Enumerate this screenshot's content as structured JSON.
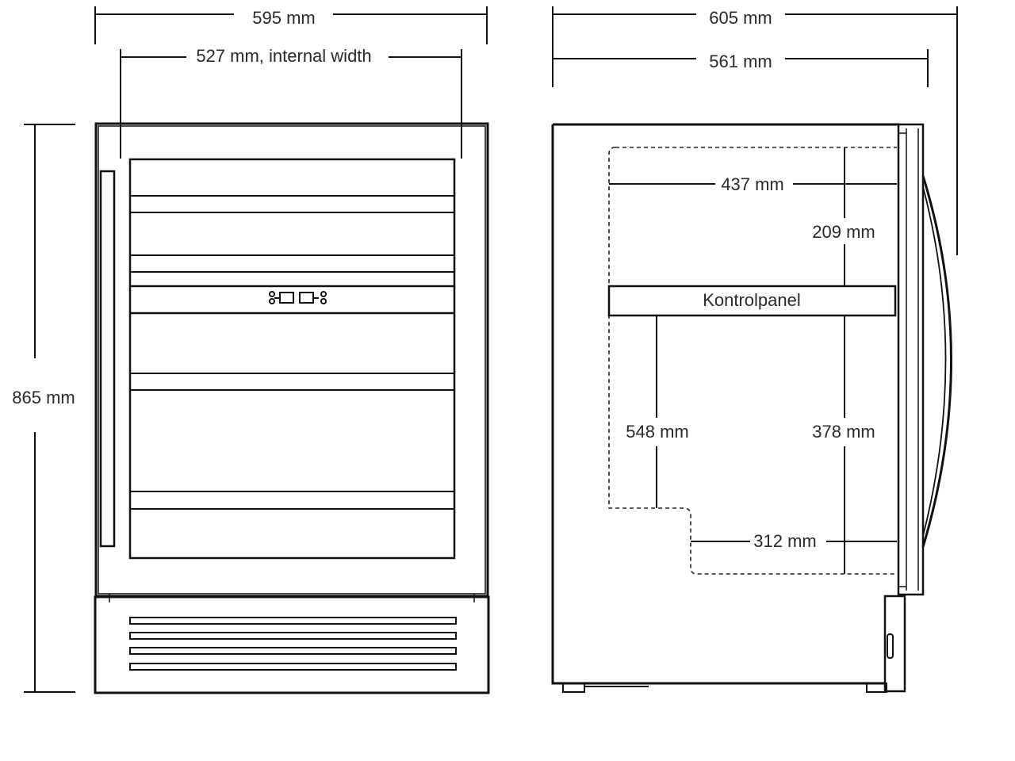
{
  "front": {
    "overall_width": "595 mm",
    "internal_width": "527 mm, internal width",
    "height": "865 mm"
  },
  "side": {
    "overall_depth": "605 mm",
    "body_depth": "561 mm",
    "upper_depth": "437 mm",
    "upper_height": "209 mm",
    "control_panel": "Kontrolpanel",
    "lower_left_height": "548 mm",
    "lower_right_height": "378 mm",
    "bottom_depth": "312 mm"
  }
}
